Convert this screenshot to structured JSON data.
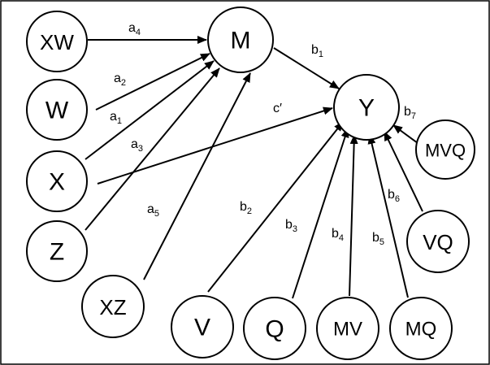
{
  "nodes": [
    {
      "id": "XW",
      "label": "XW"
    },
    {
      "id": "W",
      "label": "W"
    },
    {
      "id": "X",
      "label": "X"
    },
    {
      "id": "Z",
      "label": "Z"
    },
    {
      "id": "XZ",
      "label": "XZ"
    },
    {
      "id": "M",
      "label": "M"
    },
    {
      "id": "Y",
      "label": "Y"
    },
    {
      "id": "MVQ",
      "label": "MVQ"
    },
    {
      "id": "VQ",
      "label": "VQ"
    },
    {
      "id": "V",
      "label": "V"
    },
    {
      "id": "Q",
      "label": "Q"
    },
    {
      "id": "MV",
      "label": "MV"
    },
    {
      "id": "MQ",
      "label": "MQ"
    }
  ],
  "edges": [
    {
      "from": "XW",
      "to": "M",
      "label": "a",
      "sub": "4"
    },
    {
      "from": "W",
      "to": "M",
      "label": "a",
      "sub": "2"
    },
    {
      "from": "X",
      "to": "M",
      "label": "a",
      "sub": "1"
    },
    {
      "from": "Z",
      "to": "M",
      "label": "a",
      "sub": "3"
    },
    {
      "from": "XZ",
      "to": "M",
      "label": "a",
      "sub": "5"
    },
    {
      "from": "M",
      "to": "Y",
      "label": "b",
      "sub": "1"
    },
    {
      "from": "X",
      "to": "Y",
      "label": "c′",
      "sub": ""
    },
    {
      "from": "V",
      "to": "Y",
      "label": "b",
      "sub": "2"
    },
    {
      "from": "Q",
      "to": "Y",
      "label": "b",
      "sub": "3"
    },
    {
      "from": "MV",
      "to": "Y",
      "label": "b",
      "sub": "4"
    },
    {
      "from": "MQ",
      "to": "Y",
      "label": "b",
      "sub": "5"
    },
    {
      "from": "VQ",
      "to": "Y",
      "label": "b",
      "sub": "6"
    },
    {
      "from": "MVQ",
      "to": "Y",
      "label": "b",
      "sub": "7"
    }
  ]
}
